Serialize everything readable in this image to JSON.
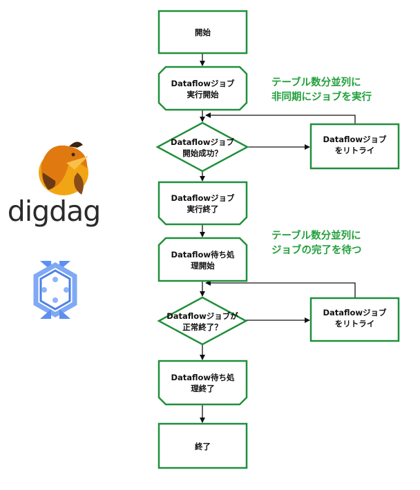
{
  "colors": {
    "node_border": "#1f8f3a",
    "note_text": "#22a03c",
    "arrow": "#111111"
  },
  "logo": {
    "digdag_wordmark": "digdag",
    "digdag_icon": "digdag-mascot-icon",
    "dataflow_icon": "google-cloud-dataflow-icon"
  },
  "nodes": {
    "start": {
      "lines": [
        "開始"
      ]
    },
    "run_start": {
      "lines": [
        "Dataflowジョブ",
        "実行開始"
      ]
    },
    "start_ok": {
      "lines": [
        "Dataflowジョブ",
        "開始成功？"
      ]
    },
    "retry1": {
      "lines": [
        "Dataflowジョブ",
        "をリトライ"
      ]
    },
    "run_end": {
      "lines": [
        "Dataflowジョブ",
        "実行終了"
      ]
    },
    "wait_start": {
      "lines": [
        "Dataflow待ち処",
        "理開始"
      ]
    },
    "finish_ok": {
      "lines": [
        "Dataflowジョブが",
        "正常終了？"
      ]
    },
    "retry2": {
      "lines": [
        "Dataflowジョブ",
        "をリトライ"
      ]
    },
    "wait_end": {
      "lines": [
        "Dataflow待ち処",
        "理終了"
      ]
    },
    "end": {
      "lines": [
        "終了"
      ]
    }
  },
  "notes": {
    "async": [
      "テーブル数分並列に",
      "非同期にジョブを実行"
    ],
    "wait": [
      "テーブル数分並列に",
      "ジョブの完了を待つ"
    ]
  }
}
